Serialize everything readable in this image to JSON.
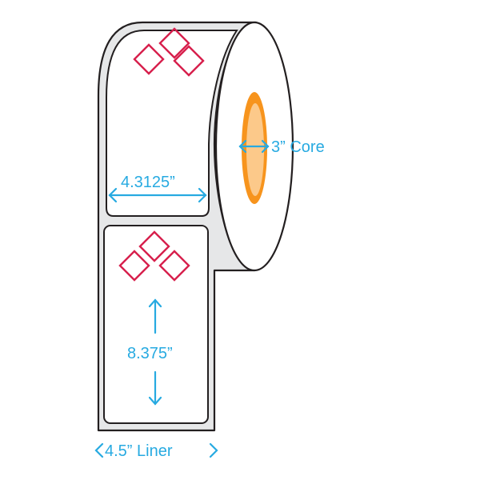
{
  "colors": {
    "outline": "#231f20",
    "label_panel": "#ffffff",
    "liner_gray": "#e6e7e8",
    "core_fill": "#f7941d",
    "core_highlight": "#fcc98a",
    "dimension_blue": "#27aae1",
    "diamond_red": "#d71f4c"
  },
  "icons": {
    "hazard_mark": "red-diamond-cluster-icon",
    "arrow": "double-headed-arrow-icon"
  },
  "dimensions": {
    "label_width": "4.3125”",
    "label_height": "8.375”",
    "core_diameter": "3” Core",
    "liner_width": "4.5” Liner"
  }
}
